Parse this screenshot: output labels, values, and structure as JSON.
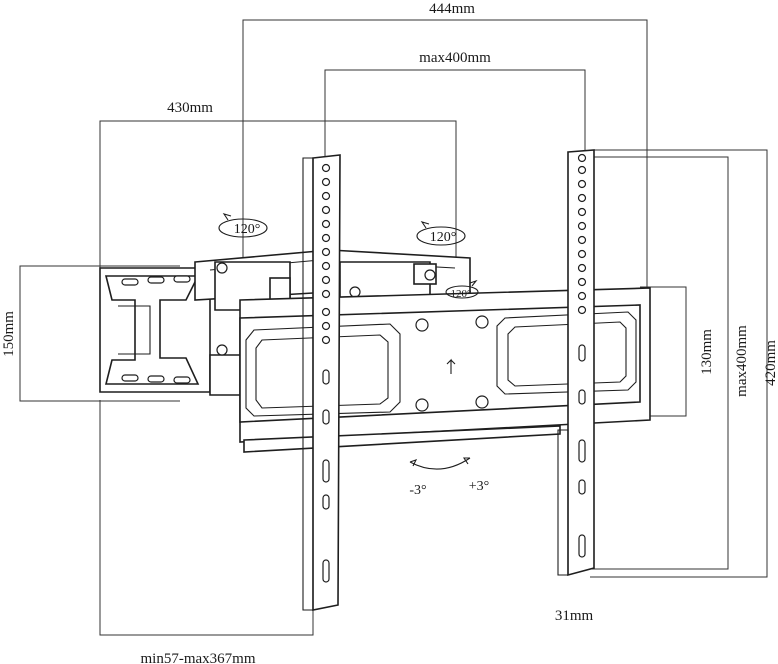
{
  "dimensions": {
    "top_width": "444mm",
    "vesa_horizontal": "max400mm",
    "arm_span": "430mm",
    "wall_plate_height": "150mm",
    "plate_height": "130mm",
    "vesa_vertical": "max400mm",
    "bracket_height": "420mm",
    "bracket_width": "31mm",
    "extension": "min57-max367mm"
  },
  "swivel": {
    "left": "120°",
    "center": "120°",
    "right": "120°"
  },
  "tilt": {
    "minus": "-3°",
    "plus": "+3°"
  }
}
